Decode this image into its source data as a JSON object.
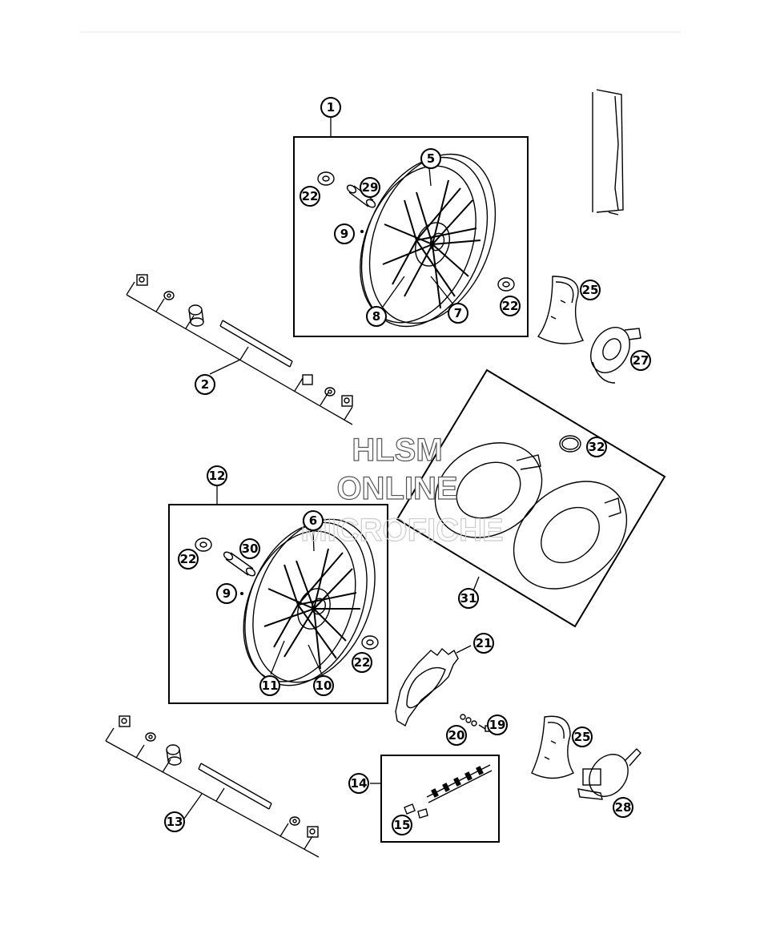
{
  "watermark": {
    "line1": "HLSM",
    "line2": "ONLINE",
    "line3": "MICROFICHE"
  },
  "callouts": {
    "c1": "1",
    "c2": "2",
    "c5": "5",
    "c6": "6",
    "c7": "7",
    "c8": "8",
    "c9a": "9",
    "c9b": "9",
    "c10": "10",
    "c11": "11",
    "c12": "12",
    "c13": "13",
    "c14": "14",
    "c15": "15",
    "c19": "19",
    "c20": "20",
    "c21": "21",
    "c22a": "22",
    "c22b": "22",
    "c22c": "22",
    "c22d": "22",
    "c25a": "25",
    "c25b": "25",
    "c27": "27",
    "c28": "28",
    "c29": "29",
    "c30": "30",
    "c31": "31",
    "c32": "32"
  }
}
